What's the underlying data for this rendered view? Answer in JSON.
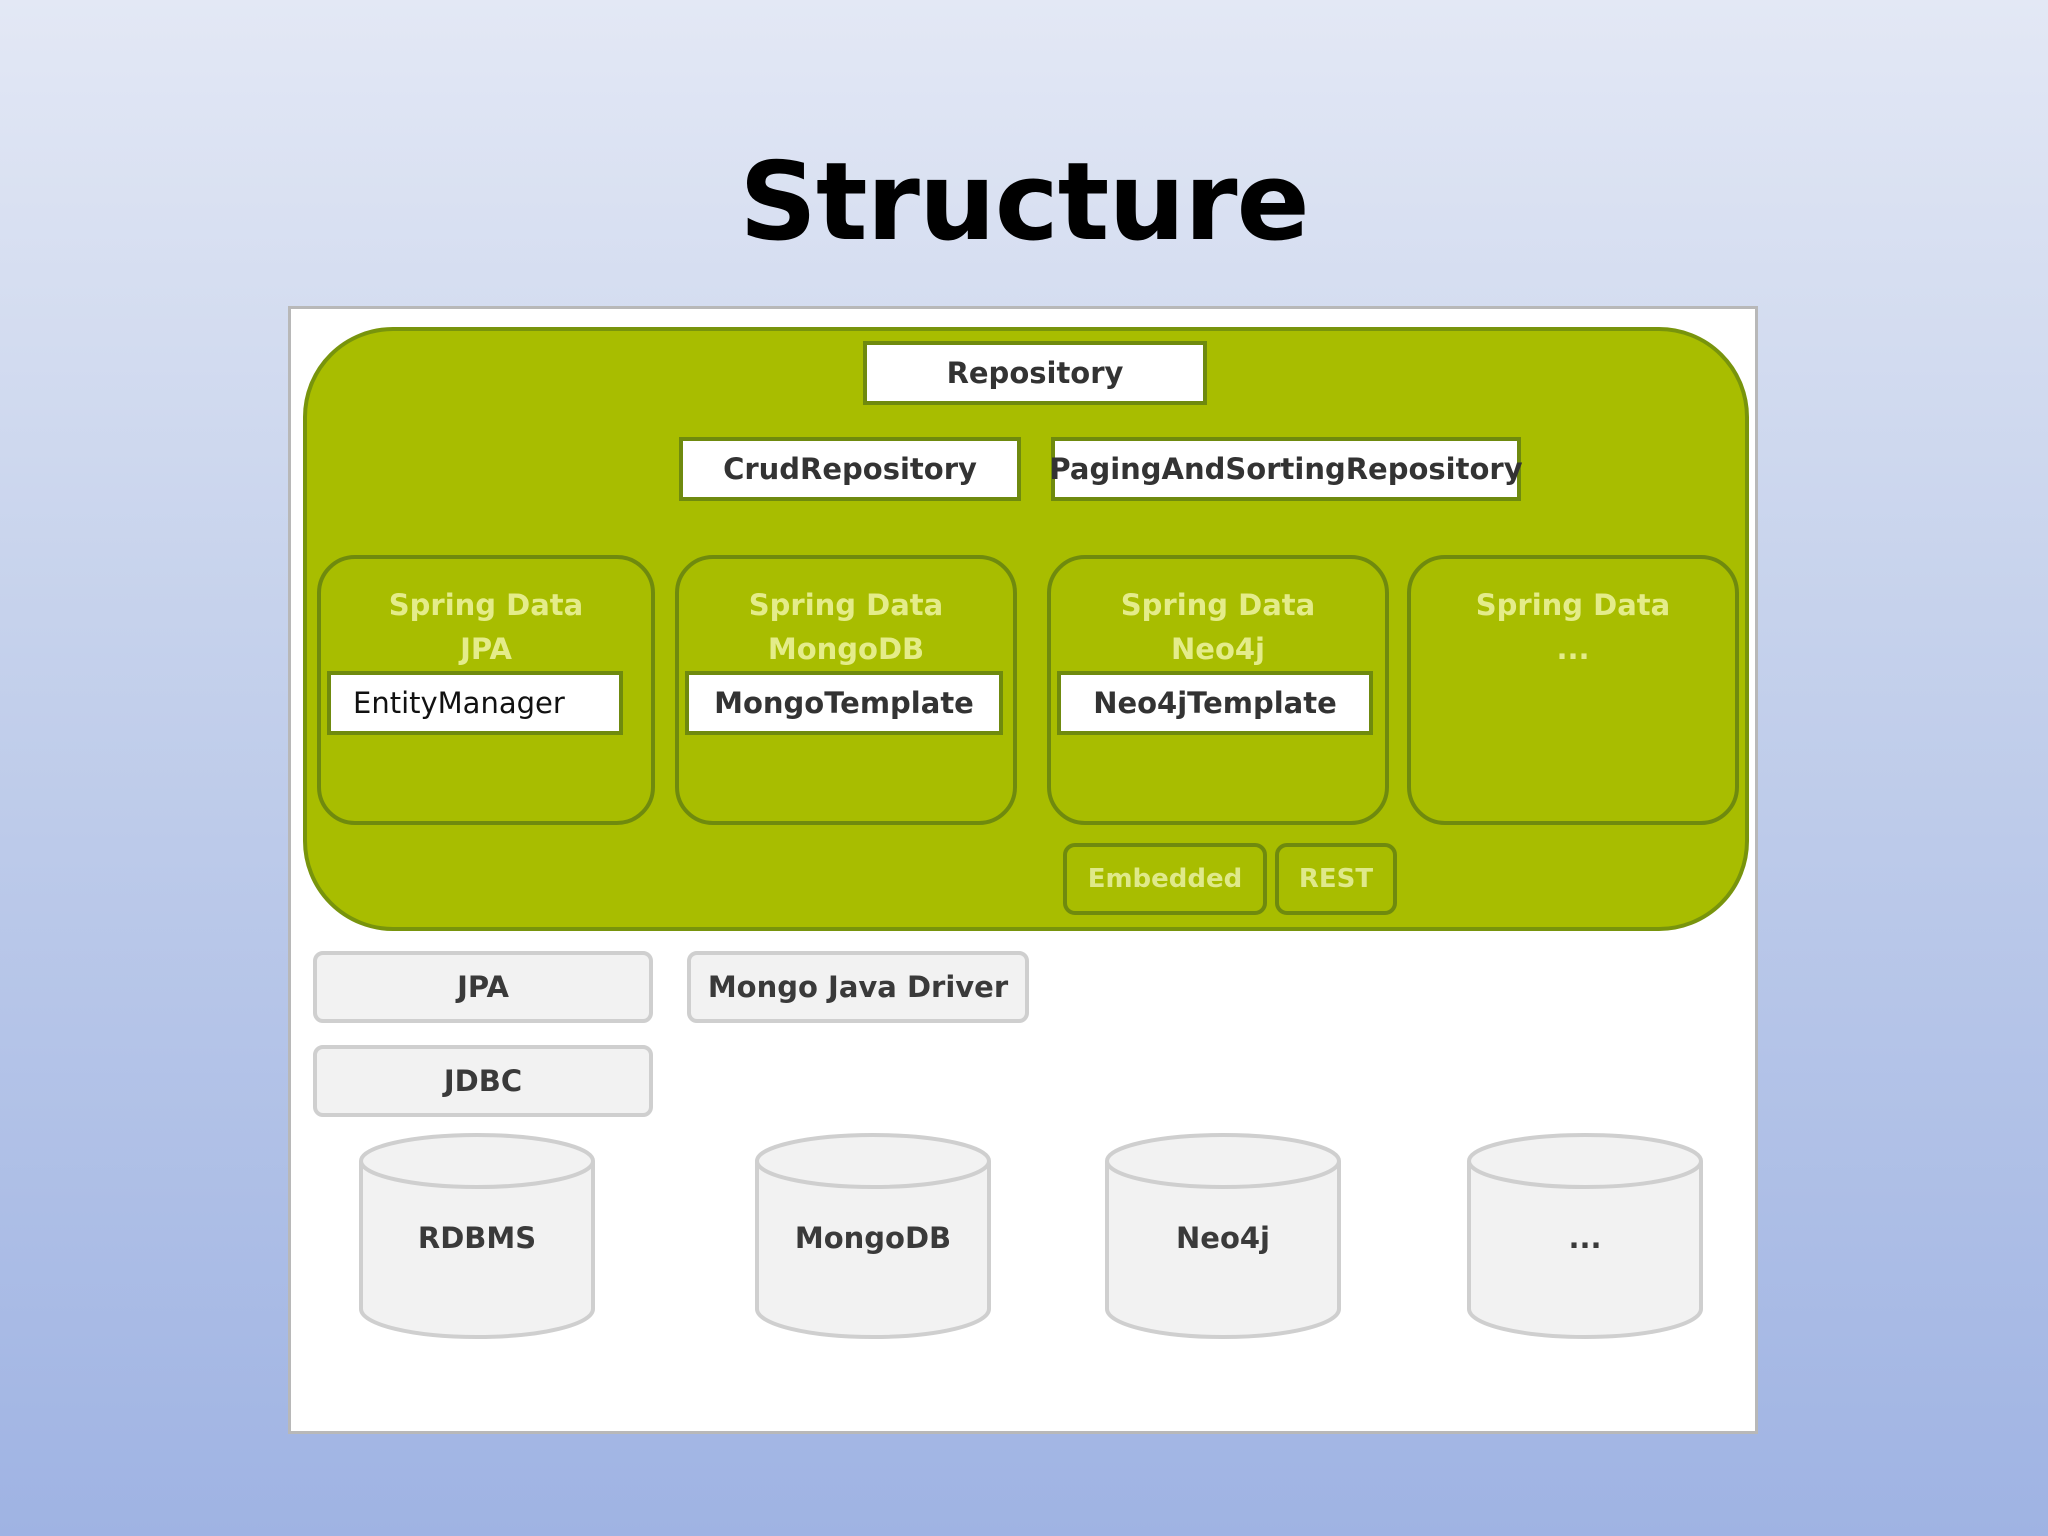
{
  "title": "Structure",
  "diagram": {
    "repository": "Repository",
    "crud_repository": "CrudRepository",
    "paging_repository": "PagingAndSortingRepository",
    "modules": [
      {
        "title_line1": "Spring Data",
        "title_line2": "JPA",
        "template": "EntityManager"
      },
      {
        "title_line1": "Spring Data",
        "title_line2": "MongoDB",
        "template": "MongoTemplate"
      },
      {
        "title_line1": "Spring Data",
        "title_line2": "Neo4j",
        "template": "Neo4jTemplate"
      },
      {
        "title_line1": "Spring Data",
        "title_line2": "..."
      }
    ],
    "embedded": "Embedded",
    "rest": "REST",
    "jpa": "JPA",
    "mongo_driver": "Mongo Java Driver",
    "jdbc": "JDBC",
    "databases": [
      "RDBMS",
      "MongoDB",
      "Neo4j",
      "..."
    ],
    "colors": {
      "green": "#a8bd00",
      "green_border": "#6f8a0e",
      "grey_box": "#f2f2f2"
    }
  }
}
